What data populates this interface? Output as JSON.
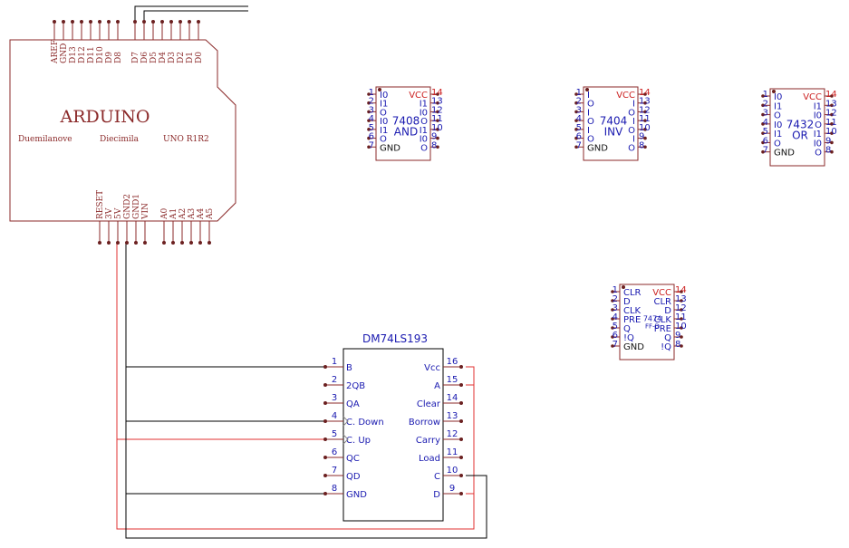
{
  "colors": {
    "arduino": "#8b2a2a",
    "chip_outline": "#8b2a2a",
    "pin_label": "#1a1ab0",
    "power_label": "#cc2222",
    "wire_red": "#e03030",
    "wire_black": "#000000",
    "pin_dot": "#6b2020"
  },
  "arduino": {
    "title": "ARDUINO",
    "variants": [
      "Duemilanove",
      "Diecimila",
      "UNO R1R2"
    ],
    "top_pins": [
      "AREF",
      "GND",
      "D13",
      "D12",
      "D11",
      "D10",
      "D9",
      "D8",
      "D7",
      "D6",
      "D5",
      "D4",
      "D3",
      "D2",
      "D1",
      "D0"
    ],
    "bottom_pins": [
      "RESET",
      "3V",
      "5V",
      "GND2",
      "GND1",
      "VIN",
      "A0",
      "A1",
      "A2",
      "A3",
      "A4",
      "A5"
    ]
  },
  "counter": {
    "title": "DM74LS193",
    "left_pins": [
      {
        "num": "1",
        "label": "B"
      },
      {
        "num": "2",
        "label": "2QB"
      },
      {
        "num": "3",
        "label": "QA"
      },
      {
        "num": "4",
        "label": "C. Down"
      },
      {
        "num": "5",
        "label": "C. Up"
      },
      {
        "num": "6",
        "label": "QC"
      },
      {
        "num": "7",
        "label": "QD"
      },
      {
        "num": "8",
        "label": "GND"
      }
    ],
    "right_pins": [
      {
        "num": "16",
        "label": "Vcc"
      },
      {
        "num": "15",
        "label": "A"
      },
      {
        "num": "14",
        "label": "Clear"
      },
      {
        "num": "13",
        "label": "Borrow"
      },
      {
        "num": "12",
        "label": "Carry"
      },
      {
        "num": "11",
        "label": "Load"
      },
      {
        "num": "10",
        "label": "C"
      },
      {
        "num": "9",
        "label": "D"
      }
    ]
  },
  "chips": [
    {
      "id": "and",
      "part": "7408",
      "name": "AND",
      "left_pins": [
        {
          "num": "1",
          "label": "I0"
        },
        {
          "num": "2",
          "label": "I1"
        },
        {
          "num": "3",
          "label": "O"
        },
        {
          "num": "4",
          "label": "I0"
        },
        {
          "num": "5",
          "label": "I1"
        },
        {
          "num": "6",
          "label": "O"
        },
        {
          "num": "7",
          "label": "GND"
        }
      ],
      "right_pins": [
        {
          "num": "14",
          "label": "VCC"
        },
        {
          "num": "13",
          "label": "I1"
        },
        {
          "num": "12",
          "label": "I0"
        },
        {
          "num": "11",
          "label": "O"
        },
        {
          "num": "10",
          "label": "I1"
        },
        {
          "num": "9",
          "label": "I0"
        },
        {
          "num": "8",
          "label": "O"
        }
      ]
    },
    {
      "id": "inv",
      "part": "7404",
      "name": "INV",
      "left_pins": [
        {
          "num": "1",
          "label": "I"
        },
        {
          "num": "2",
          "label": "O"
        },
        {
          "num": "3",
          "label": "I"
        },
        {
          "num": "4",
          "label": "O"
        },
        {
          "num": "5",
          "label": "I"
        },
        {
          "num": "6",
          "label": "O"
        },
        {
          "num": "7",
          "label": "GND"
        }
      ],
      "right_pins": [
        {
          "num": "14",
          "label": "VCC"
        },
        {
          "num": "13",
          "label": "I"
        },
        {
          "num": "12",
          "label": "O"
        },
        {
          "num": "11",
          "label": "I"
        },
        {
          "num": "10",
          "label": "O"
        },
        {
          "num": "9",
          "label": "I"
        },
        {
          "num": "8",
          "label": "O"
        }
      ]
    },
    {
      "id": "or",
      "part": "7432",
      "name": "OR",
      "left_pins": [
        {
          "num": "1",
          "label": "I0"
        },
        {
          "num": "2",
          "label": "I1"
        },
        {
          "num": "3",
          "label": "O"
        },
        {
          "num": "4",
          "label": "I0"
        },
        {
          "num": "5",
          "label": "I1"
        },
        {
          "num": "6",
          "label": "O"
        },
        {
          "num": "7",
          "label": "GND"
        }
      ],
      "right_pins": [
        {
          "num": "14",
          "label": "VCC"
        },
        {
          "num": "13",
          "label": "I1"
        },
        {
          "num": "12",
          "label": "I0"
        },
        {
          "num": "11",
          "label": "O"
        },
        {
          "num": "10",
          "label": "I1"
        },
        {
          "num": "9",
          "label": "I0"
        },
        {
          "num": "8",
          "label": "O"
        }
      ]
    },
    {
      "id": "ff",
      "part": "7474",
      "name": "FF-D",
      "left_pins": [
        {
          "num": "1",
          "label": "CLR"
        },
        {
          "num": "2",
          "label": "D"
        },
        {
          "num": "3",
          "label": "CLK"
        },
        {
          "num": "4",
          "label": "PRE"
        },
        {
          "num": "5",
          "label": "Q"
        },
        {
          "num": "6",
          "label": "!Q"
        },
        {
          "num": "7",
          "label": "GND"
        }
      ],
      "right_pins": [
        {
          "num": "14",
          "label": "VCC"
        },
        {
          "num": "13",
          "label": "CLR"
        },
        {
          "num": "12",
          "label": "D"
        },
        {
          "num": "11",
          "label": "CLK"
        },
        {
          "num": "10",
          "label": "PRE"
        },
        {
          "num": "9",
          "label": "Q"
        },
        {
          "num": "8",
          "label": "!Q"
        }
      ]
    }
  ]
}
